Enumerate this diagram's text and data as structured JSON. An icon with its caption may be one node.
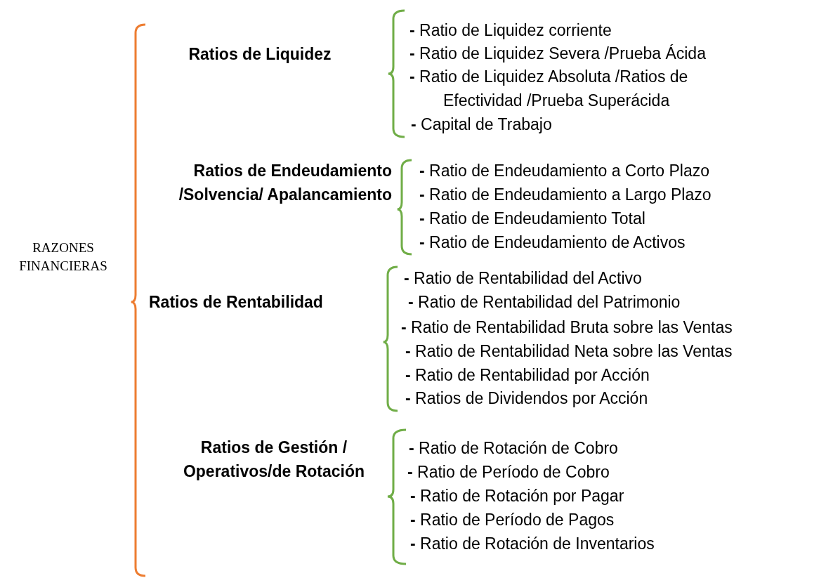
{
  "diagram": {
    "nodes": [
      {
        "text": [
          "RAZONES FINANCIERAS"
        ]
      },
      {
        "text": [
          "Ratios de Liquidez"
        ]
      },
      {
        "text": [
          "**-** Ratio de Liquidez corriente"
        ]
      },
      {
        "text": [
          "**-** Ratio de Liquidez Severa /Prueba Ácida"
        ]
      },
      {
        "text": [
          "**-** Ratio de Liquidez Absoluta /Ratios de Efectividad /Prueba Superácida"
        ]
      },
      {
        "text": [
          "**-** Capital de Trabajo"
        ]
      },
      {
        "text": [
          "Ratios de Endeudamiento /Solvencia/ Apalancamiento"
        ]
      },
      {
        "text": [
          "**-** Ratio de Endeudamiento a Corto Plazo"
        ]
      },
      {
        "text": [
          "**-** Ratio de Endeudamiento a Largo Plazo"
        ]
      },
      {
        "text": [
          "**-** Ratio de Endeudamiento Total"
        ]
      },
      {
        "text": [
          "**-** Ratio de Endeudamiento de Activos"
        ]
      },
      {
        "text": [
          "Ratios de Rentabilidad"
        ]
      },
      {
        "text": [
          "**-** Ratio de Rentabilidad del Activo"
        ]
      },
      {
        "text": [
          "**-** Ratio de Rentabilidad del Patrimonio"
        ]
      },
      {
        "text": [
          "**-** Ratio de Rentabilidad Bruta sobre las Ventas"
        ]
      },
      {
        "text": [
          "**-** Ratio de Rentabilidad Neta sobre las Ventas"
        ]
      },
      {
        "text": [
          "**-** Ratio de Rentabilidad por Acción"
        ]
      },
      {
        "text": [
          "**-** Ratios de Dividendos por Acción"
        ]
      },
      {
        "text": [
          "Ratios de Gestión / Operativos/de Rotación"
        ]
      },
      {
        "text": [
          "**-** Ratio de Rotación de Cobro"
        ]
      },
      {
        "text": [
          "**-** Ratio de Período de Cobro"
        ]
      },
      {
        "text": [
          "**-** Ratio de Rotación por Pagar"
        ]
      },
      {
        "text": [
          "**-** Ratio de Período de Pagos"
        ]
      },
      {
        "text": [
          "**-** Ratio de Rotación de Inventarios"
        ]
      }
    ]
  }
}
